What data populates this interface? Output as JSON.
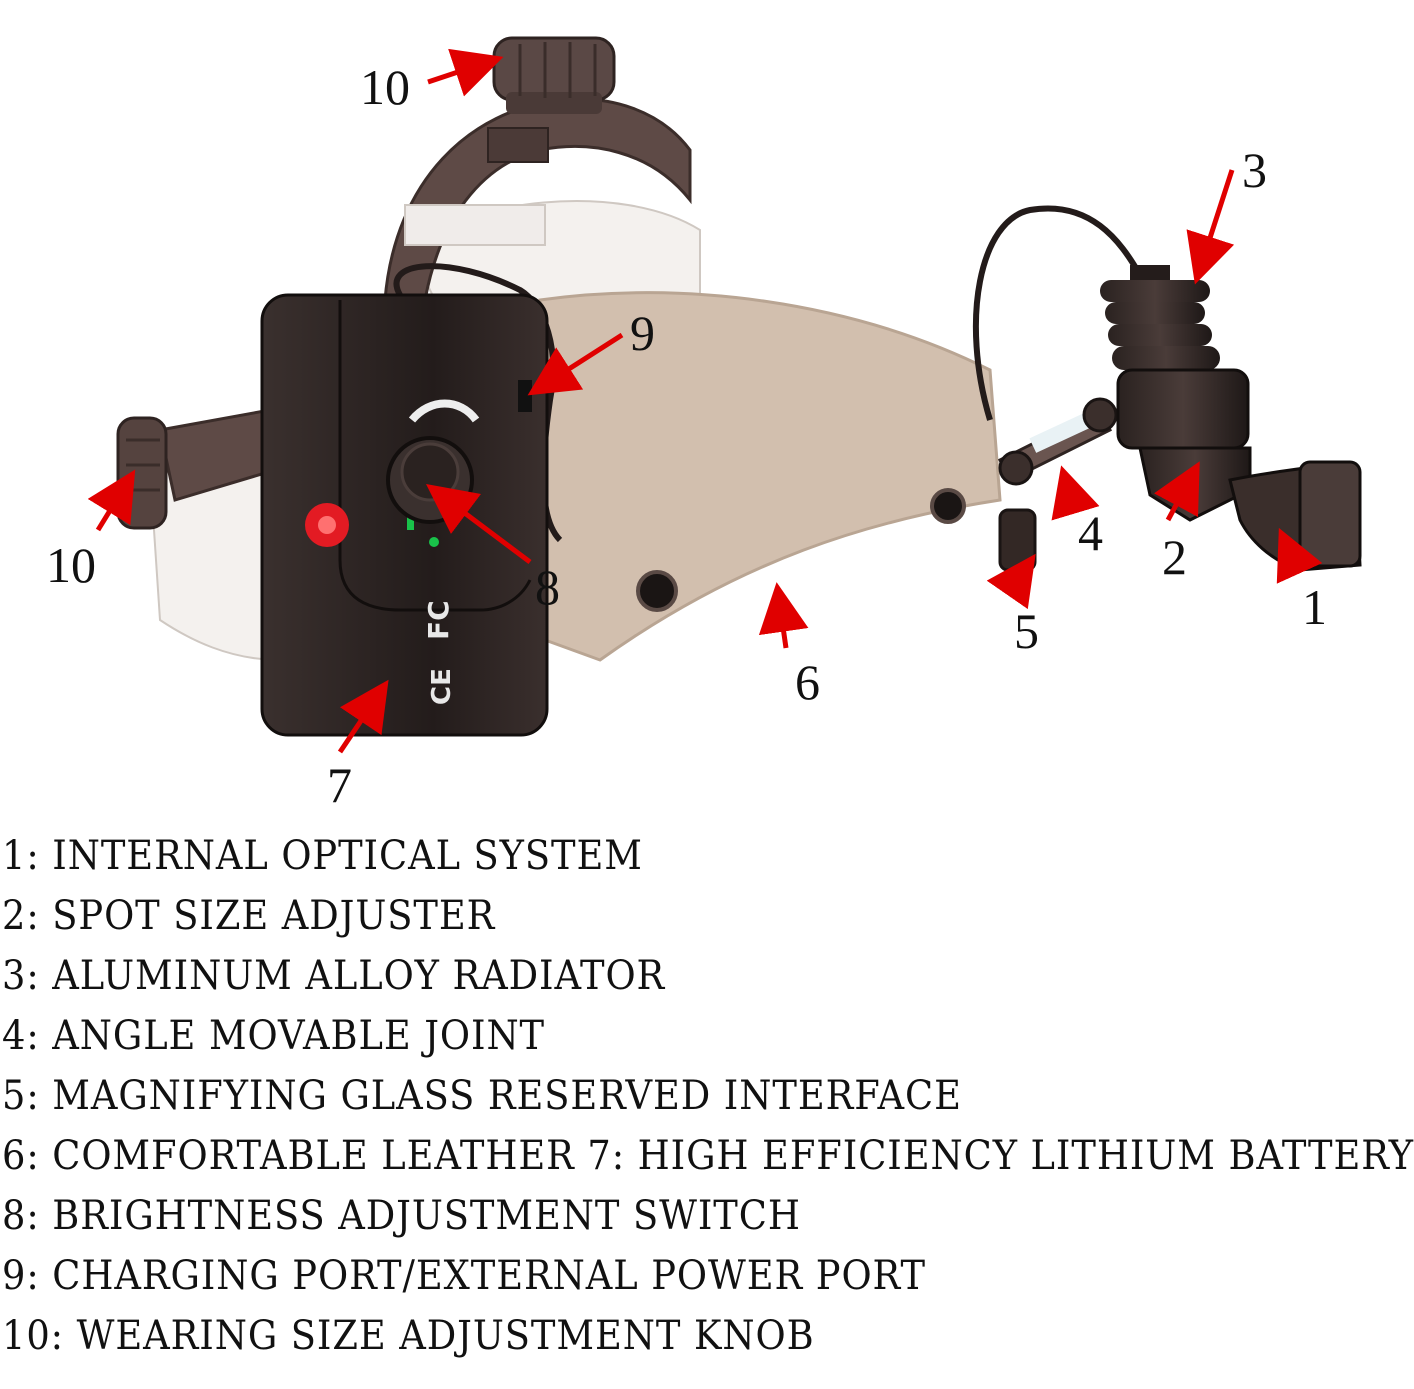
{
  "callouts": [
    {
      "id": "1",
      "label": "1"
    },
    {
      "id": "2",
      "label": "2"
    },
    {
      "id": "3",
      "label": "3"
    },
    {
      "id": "4",
      "label": "4"
    },
    {
      "id": "5",
      "label": "5"
    },
    {
      "id": "6",
      "label": "6"
    },
    {
      "id": "7",
      "label": "7"
    },
    {
      "id": "8",
      "label": "8"
    },
    {
      "id": "9",
      "label": "9"
    },
    {
      "id": "10a",
      "label": "10"
    },
    {
      "id": "10b",
      "label": "10"
    }
  ],
  "device_marks": {
    "fc": "FC",
    "ce": "CE"
  },
  "legend": [
    "1: INTERNAL OPTICAL SYSTEM",
    "2: SPOT SIZE ADJUSTER",
    "3: ALUMINUM ALLOY RADIATOR",
    "4: ANGLE MOVABLE JOINT",
    "5: MAGNIFYING GLASS RESERVED INTERFACE",
    "6: COMFORTABLE LEATHER 7: HIGH EFFICIENCY LITHIUM BATTERY",
    "8: BRIGHTNESS ADJUSTMENT SWITCH",
    "9: CHARGING PORT/EXTERNAL POWER PORT",
    "10: WEARING SIZE ADJUSTMENT KNOB"
  ],
  "colors": {
    "arrow": "#e00000",
    "strap_beige": "#d2bfae",
    "frame_brown": "#5e4a46",
    "battery_black": "#2a2220",
    "led_red": "#e31b23",
    "led_green": "#19c24a"
  }
}
